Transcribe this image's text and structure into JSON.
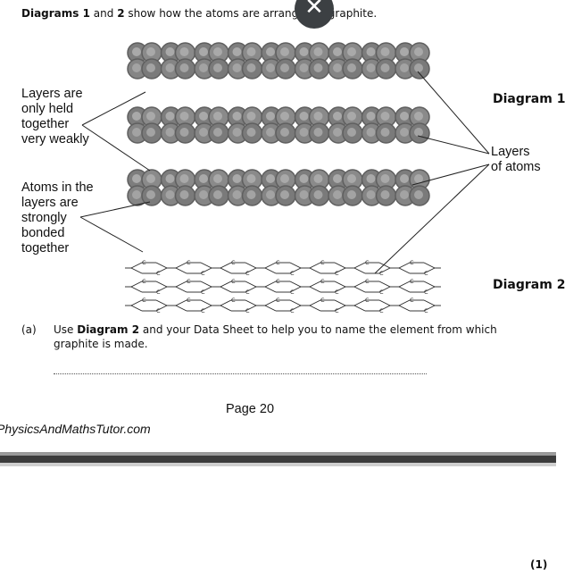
{
  "header": {
    "intro_pre": "Diagrams ",
    "intro_n1": "1",
    "intro_and": " and ",
    "intro_n2": "2",
    "intro_post": " show how the atoms are arranged in graphite."
  },
  "close_button": {
    "symbol": "✕"
  },
  "labels": {
    "weak": "Layers are\nonly held\ntogether\nvery weakly",
    "strong": "Atoms in the\nlayers are\nstrongly\nbonded\ntogether",
    "diagram1": "Diagram 1",
    "diagram2": "Diagram 2",
    "layers": "Layers\nof atoms"
  },
  "diagram2": {
    "atom_symbol": "C"
  },
  "question": {
    "part": "(a)",
    "text_pre": "Use ",
    "text_bold": "Diagram 2",
    "text_post": " and your Data Sheet to help you to name the element from which graphite is made."
  },
  "footer": {
    "page": "Page 20",
    "site": "PhysicsAndMathsTutor.com",
    "marks": "(1)"
  }
}
